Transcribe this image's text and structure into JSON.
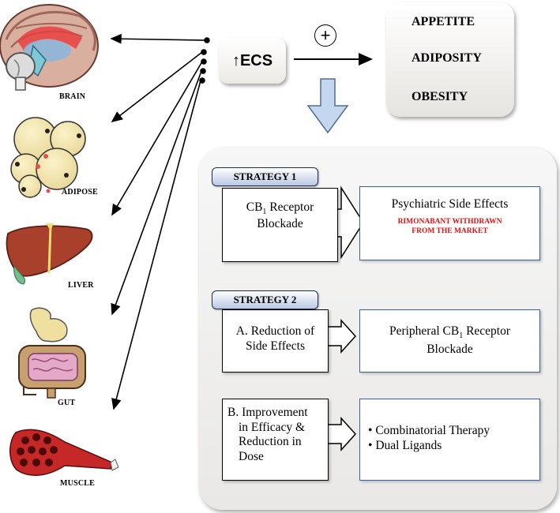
{
  "organs": {
    "brain": "BRAIN",
    "adipose": "ADIPOSE",
    "liver": "LIVER",
    "gut": "GUT",
    "muscle": "MUSCLE"
  },
  "ecs": {
    "label": "↑ECS"
  },
  "plus_symbol": "+",
  "outcomes": [
    "APPETITE",
    "ADIPOSITY",
    "OBESITY"
  ],
  "strategy1": {
    "tab": "STRATEGY  1",
    "left_line1_pre": "CB",
    "left_line1_sub": "1",
    "left_line1_post": " Receptor",
    "left_line2": "Blockade",
    "right_title": "Psychiatric Side Effects",
    "warning_line1": "RIMONABANT WITHDRAWN",
    "warning_line2": "FROM THE  MARKET"
  },
  "strategy2": {
    "tab": "STRATEGY  2",
    "a_line1": "A. Reduction of",
    "a_line2": "Side Effects",
    "a_right_line1_pre": "Peripheral CB",
    "a_right_line1_sub": "1",
    "a_right_line1_post": " Receptor",
    "a_right_line2": "Blockade",
    "b_lines": [
      "B. Improvement",
      "in Efficacy &",
      "Reduction in",
      "Dose"
    ],
    "b_right_items": [
      "Combinatorial Therapy",
      "Dual Ligands"
    ]
  },
  "colors": {
    "arrow_fill": "#c5d7ee",
    "arrow_stroke": "#4f6d96",
    "warning": "#e01010",
    "box_border": "#3a5fa5"
  }
}
